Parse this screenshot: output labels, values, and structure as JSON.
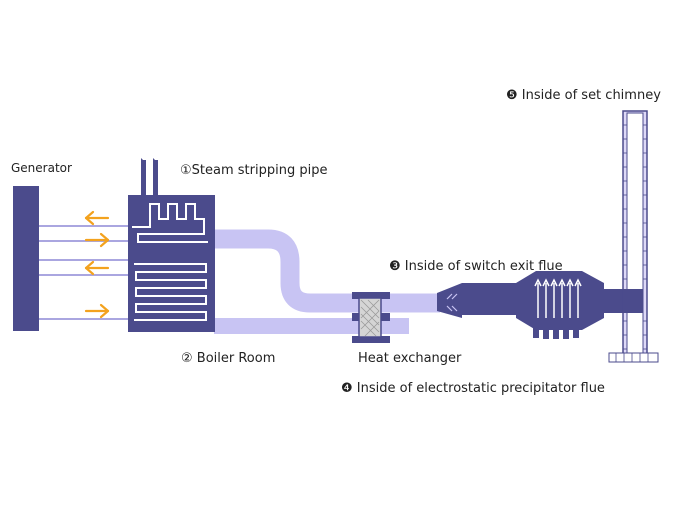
{
  "labels": {
    "generator": "Generator",
    "steam_pipe": "①Steam stripping pipe",
    "boiler_room": "② Boiler Room",
    "heat_exchanger": "Heat exchanger",
    "switch_flue": "❸ Inside of switch exit flue",
    "precipitator_flue": "❹ Inside of electrostatic precipitator flue",
    "chimney": "❺ Inside of set chimney"
  },
  "colors": {
    "equipment": "#4b4b8c",
    "pipe": "#c8c4f3",
    "arrow": "#f3a21e",
    "line": "#aaa6e0",
    "chimney_fill": "#ded9f7"
  }
}
